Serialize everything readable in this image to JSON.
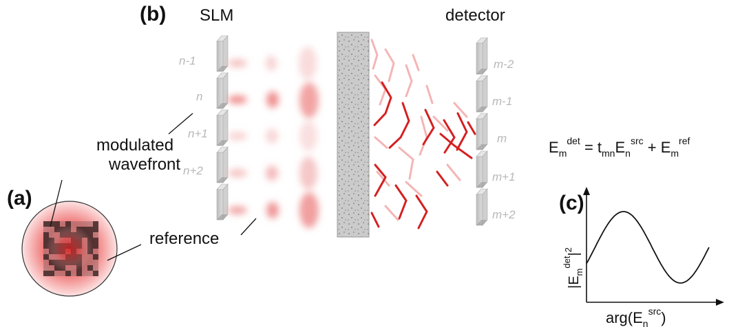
{
  "labels": {
    "panel_a": "(a)",
    "panel_b": "(b)",
    "panel_c": "(c)",
    "slm": "SLM",
    "detector": "detector",
    "modulated_1": "modulated",
    "modulated_2": "wavefront",
    "reference": "reference"
  },
  "slm_indices": [
    "n-1",
    "n",
    "n+1",
    "n+2"
  ],
  "detector_indices": [
    "m-2",
    "m-1",
    "m",
    "m+1",
    "m+2"
  ],
  "equation": {
    "lhs": "E",
    "lhs_sub": "m",
    "lhs_sup": "det",
    "equals": " = t",
    "t_sub": "mn",
    "src": "E",
    "src_sub": "n",
    "src_sup": "src",
    "plus": " + E",
    "ref_sub": "m",
    "ref_sup": "ref"
  },
  "plot_c": {
    "ylabel_main": "|E",
    "ylabel_sub": "m",
    "ylabel_sup": "det",
    "ylabel_end": "|",
    "ylabel_pow": "2",
    "xlabel_main": "arg(E",
    "xlabel_sub": "n",
    "xlabel_sup": "src",
    "xlabel_end": ")"
  },
  "colors": {
    "accent_red": "#d42020",
    "light_red": "#f2a3a3",
    "tile_gray": "#cfcfcf",
    "scatter_gray": "#c9c9c9"
  }
}
